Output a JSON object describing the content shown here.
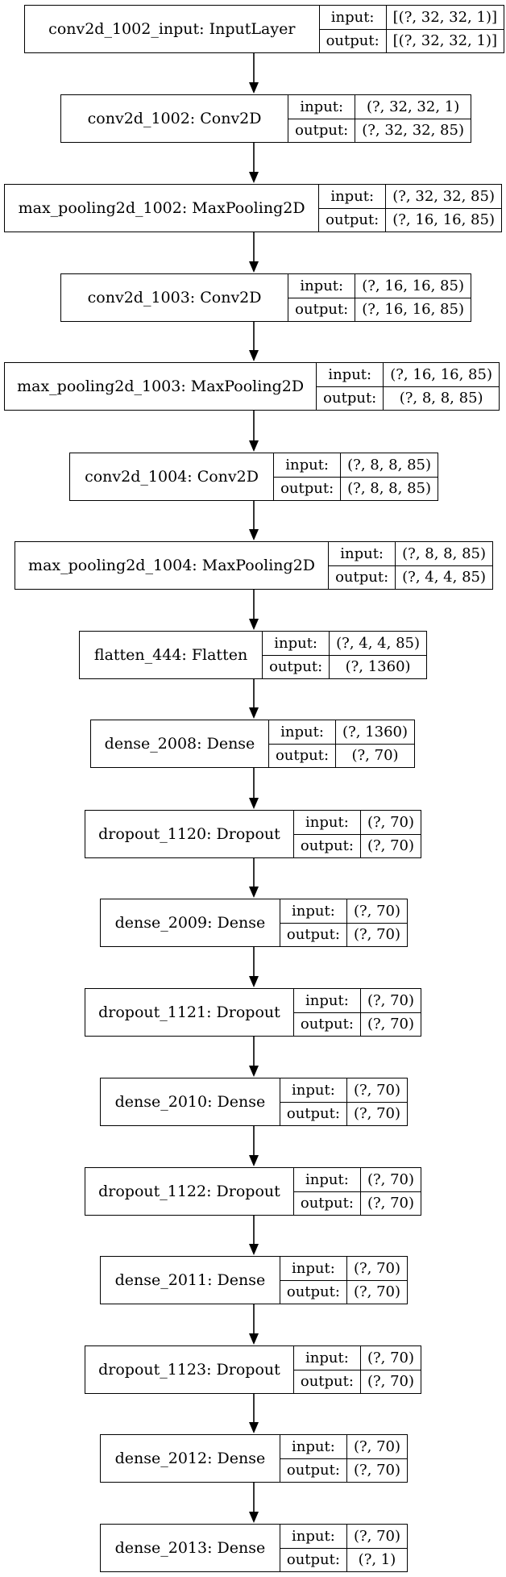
{
  "io_labels": {
    "input": "input:",
    "output": "output:"
  },
  "layers": [
    {
      "name": "conv2d_1002_input: InputLayer",
      "input": "[(?, 32, 32, 1)]",
      "output": "[(?, 32, 32, 1)]"
    },
    {
      "name": "conv2d_1002: Conv2D",
      "input": "(?, 32, 32, 1)",
      "output": "(?, 32, 32, 85)"
    },
    {
      "name": "max_pooling2d_1002: MaxPooling2D",
      "input": "(?, 32, 32, 85)",
      "output": "(?, 16, 16, 85)"
    },
    {
      "name": "conv2d_1003: Conv2D",
      "input": "(?, 16, 16, 85)",
      "output": "(?, 16, 16, 85)"
    },
    {
      "name": "max_pooling2d_1003: MaxPooling2D",
      "input": "(?, 16, 16, 85)",
      "output": "(?, 8, 8, 85)"
    },
    {
      "name": "conv2d_1004: Conv2D",
      "input": "(?, 8, 8, 85)",
      "output": "(?, 8, 8, 85)"
    },
    {
      "name": "max_pooling2d_1004: MaxPooling2D",
      "input": "(?, 8, 8, 85)",
      "output": "(?, 4, 4, 85)"
    },
    {
      "name": "flatten_444: Flatten",
      "input": "(?, 4, 4, 85)",
      "output": "(?, 1360)"
    },
    {
      "name": "dense_2008: Dense",
      "input": "(?, 1360)",
      "output": "(?, 70)"
    },
    {
      "name": "dropout_1120: Dropout",
      "input": "(?, 70)",
      "output": "(?, 70)"
    },
    {
      "name": "dense_2009: Dense",
      "input": "(?, 70)",
      "output": "(?, 70)"
    },
    {
      "name": "dropout_1121: Dropout",
      "input": "(?, 70)",
      "output": "(?, 70)"
    },
    {
      "name": "dense_2010: Dense",
      "input": "(?, 70)",
      "output": "(?, 70)"
    },
    {
      "name": "dropout_1122: Dropout",
      "input": "(?, 70)",
      "output": "(?, 70)"
    },
    {
      "name": "dense_2011: Dense",
      "input": "(?, 70)",
      "output": "(?, 70)"
    },
    {
      "name": "dropout_1123: Dropout",
      "input": "(?, 70)",
      "output": "(?, 70)"
    },
    {
      "name": "dense_2012: Dense",
      "input": "(?, 70)",
      "output": "(?, 70)"
    },
    {
      "name": "dense_2013: Dense",
      "input": "(?, 70)",
      "output": "(?, 1)"
    }
  ]
}
